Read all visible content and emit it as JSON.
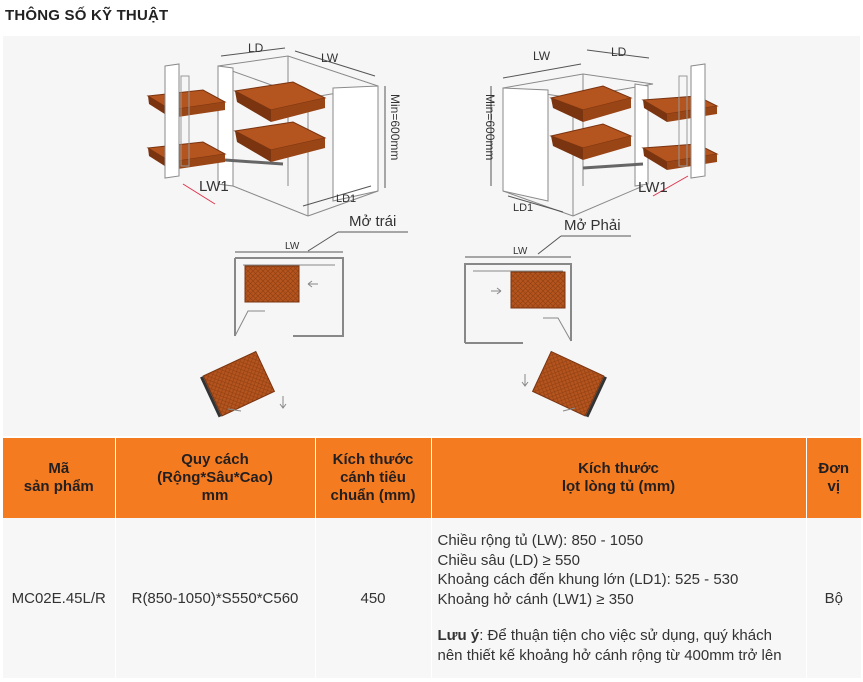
{
  "heading": "THÔNG SỐ KỸ THUẬT",
  "diagram": {
    "left_unit": {
      "ld": "LD",
      "lw": "LW",
      "height": "Min=600mm",
      "lw1": "LW1",
      "ld1": "LD1",
      "caption": "Mở trái",
      "plan_lw": "LW"
    },
    "right_unit": {
      "ld": "LD",
      "lw": "LW",
      "height": "Min=600mm",
      "lw1": "LW1",
      "ld1": "LD1",
      "caption": "Mở Phải",
      "plan_lw": "LW"
    },
    "colors": {
      "basket": "#b4541e",
      "basket_dark": "#7a3410",
      "line": "#8a8a8a",
      "dim": "#555555",
      "red_dim": "#e0334a"
    }
  },
  "table": {
    "headers": [
      [
        "Mã",
        "sản phẩm"
      ],
      [
        "Quy cách",
        "(Rộng*Sâu*Cao)",
        "mm"
      ],
      [
        "Kích thước",
        "cánh tiêu",
        "chuẩn (mm)"
      ],
      [
        "Kích thước",
        "lọt lòng tủ (mm)"
      ],
      [
        "Đơn",
        "vị"
      ]
    ],
    "row": {
      "code": "MC02E.45L/R",
      "spec": "R(850-1050)*S550*C560",
      "door_width": "450",
      "dimensions": [
        "Chiều rộng tủ (LW): 850 - 1050",
        "Chiều sâu (LD) ≥ 550",
        "Khoảng cách đến khung lớn (LD1): 525 - 530",
        "Khoảng hở cánh (LW1) ≥ 350"
      ],
      "note_label": "Lưu ý",
      "note_text": ": Để thuận tiện cho việc sử dụng, quý khách nên thiết kế khoảng hở cánh rộng từ 400mm trở lên",
      "unit": "Bộ"
    }
  }
}
